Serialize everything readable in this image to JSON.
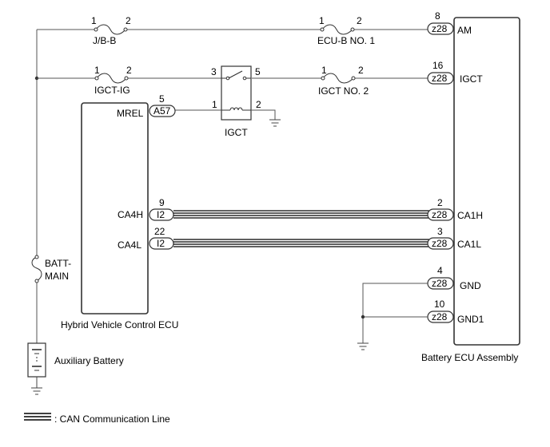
{
  "fuses": {
    "jbb": {
      "label": "J/B-B",
      "pin_left": "1",
      "pin_right": "2"
    },
    "ecub": {
      "label": "ECU-B NO. 1",
      "pin_left": "1",
      "pin_right": "2"
    },
    "igctig": {
      "label": "IGCT-IG",
      "pin_left": "1",
      "pin_right": "2"
    },
    "igct2": {
      "label": "IGCT NO. 2",
      "pin_left": "1",
      "pin_right": "2"
    },
    "battmain": {
      "label_line1": "BATT-",
      "label_line2": "MAIN"
    }
  },
  "relay": {
    "label": "IGCT",
    "pin_3": "3",
    "pin_5": "5",
    "pin_1": "1",
    "pin_2": "2"
  },
  "hv_ecu": {
    "label": "Hybrid Vehicle Control ECU",
    "pins": [
      {
        "name": "MREL",
        "connector": "A57",
        "number": "5"
      },
      {
        "name": "CA4H",
        "connector": "I2",
        "number": "9"
      },
      {
        "name": "CA4L",
        "connector": "I2",
        "number": "22"
      }
    ]
  },
  "battery_ecu": {
    "label": "Battery ECU Assembly",
    "pins": [
      {
        "name": "AM",
        "connector": "z28",
        "number": "8"
      },
      {
        "name": "IGCT",
        "connector": "z28",
        "number": "16"
      },
      {
        "name": "CA1H",
        "connector": "z28",
        "number": "2"
      },
      {
        "name": "CA1L",
        "connector": "z28",
        "number": "3"
      },
      {
        "name": "GND",
        "connector": "z28",
        "number": "4"
      },
      {
        "name": "GND1",
        "connector": "z28",
        "number": "10"
      }
    ]
  },
  "battery": {
    "label": "Auxiliary Battery"
  },
  "legend": {
    "text": ": CAN Communication Line"
  }
}
